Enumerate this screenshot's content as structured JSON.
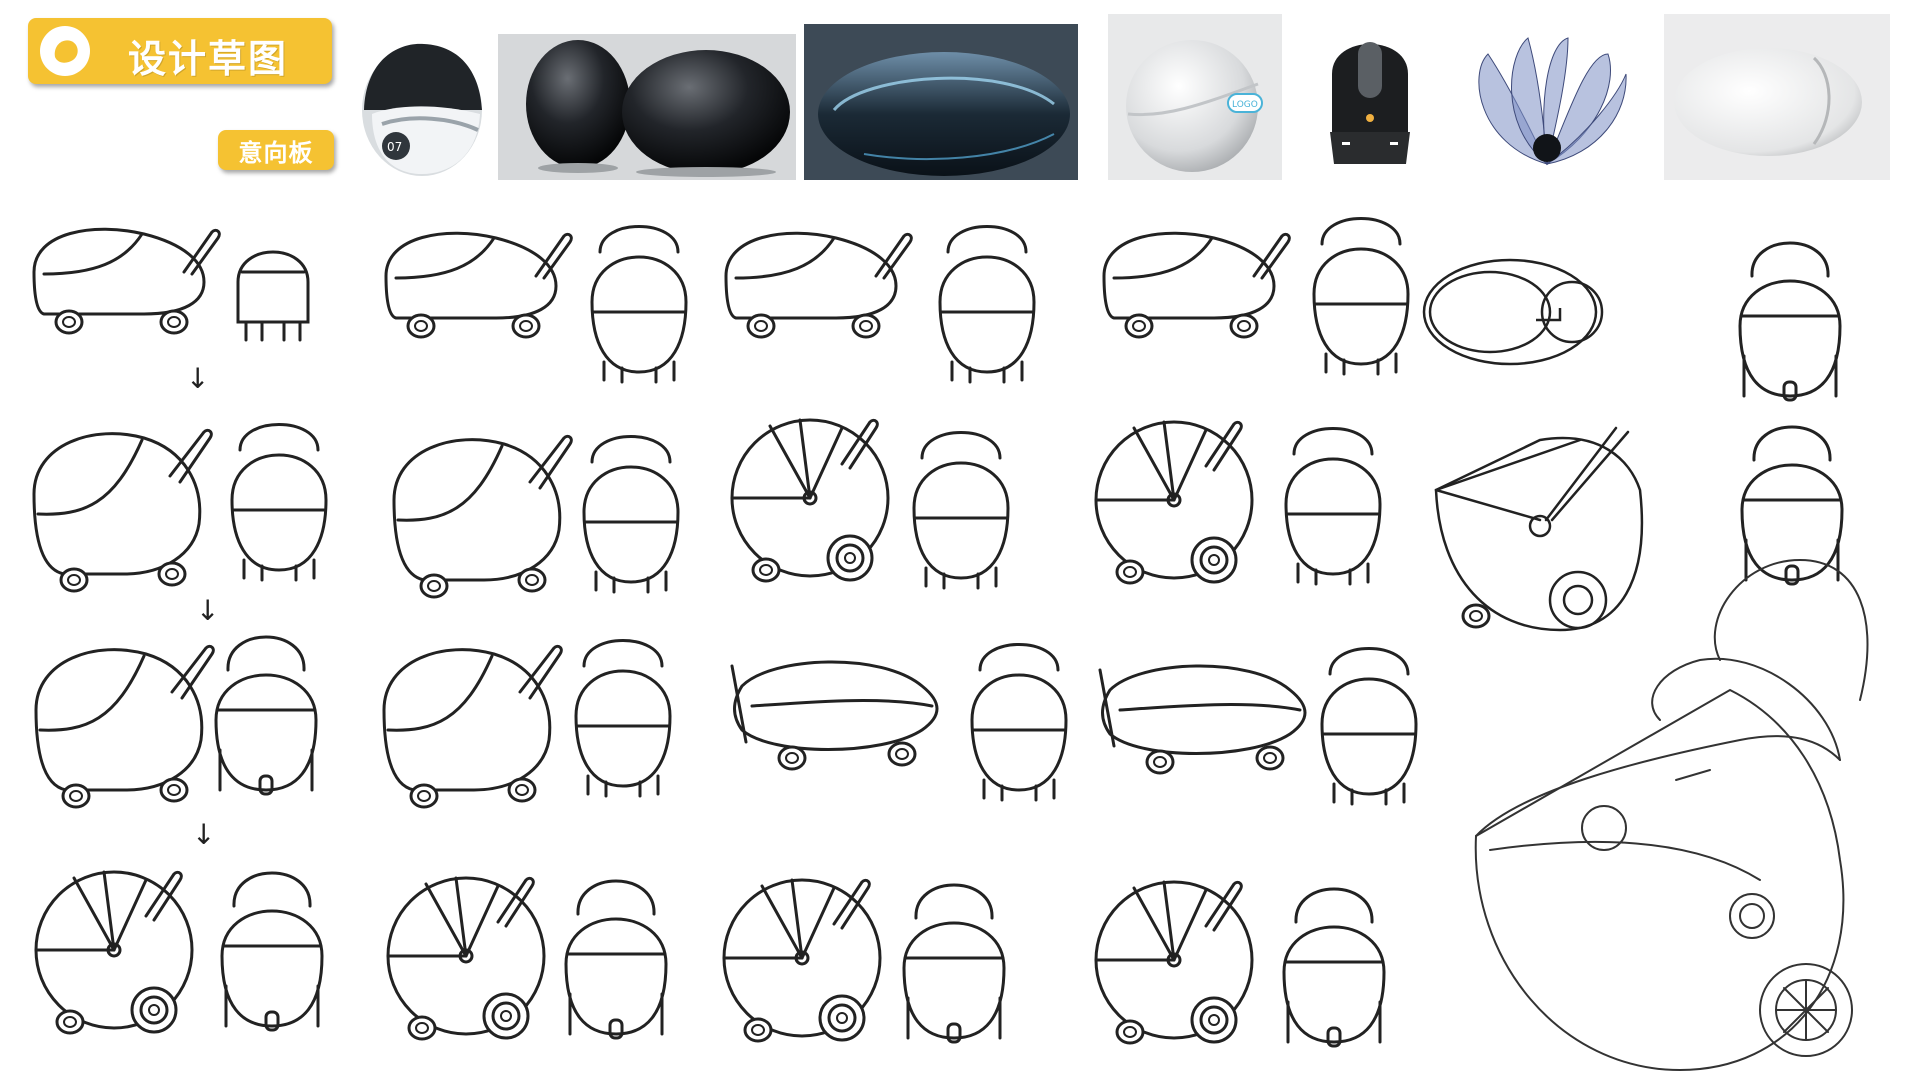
{
  "header": {
    "title": "设计草图",
    "subtitle_badge": "意向板",
    "accent_color": "#f5c232"
  },
  "mood_board": {
    "images": [
      {
        "name": "helmet-07",
        "label": "07"
      },
      {
        "name": "black-egg-chairs",
        "label": ""
      },
      {
        "name": "blue-sleeping-pod",
        "label": ""
      },
      {
        "name": "white-sphere-speaker",
        "label": "LOGO"
      },
      {
        "name": "capsule-robot",
        "label": ""
      },
      {
        "name": "petal-lamp",
        "label": ""
      },
      {
        "name": "white-oval-shell",
        "label": ""
      }
    ]
  },
  "sketches": {
    "rows": 4,
    "columns": 4,
    "icons": [
      "down-arrow-icon",
      "down-arrow-icon",
      "down-arrow-icon"
    ],
    "arrow_glyph": "↓"
  }
}
